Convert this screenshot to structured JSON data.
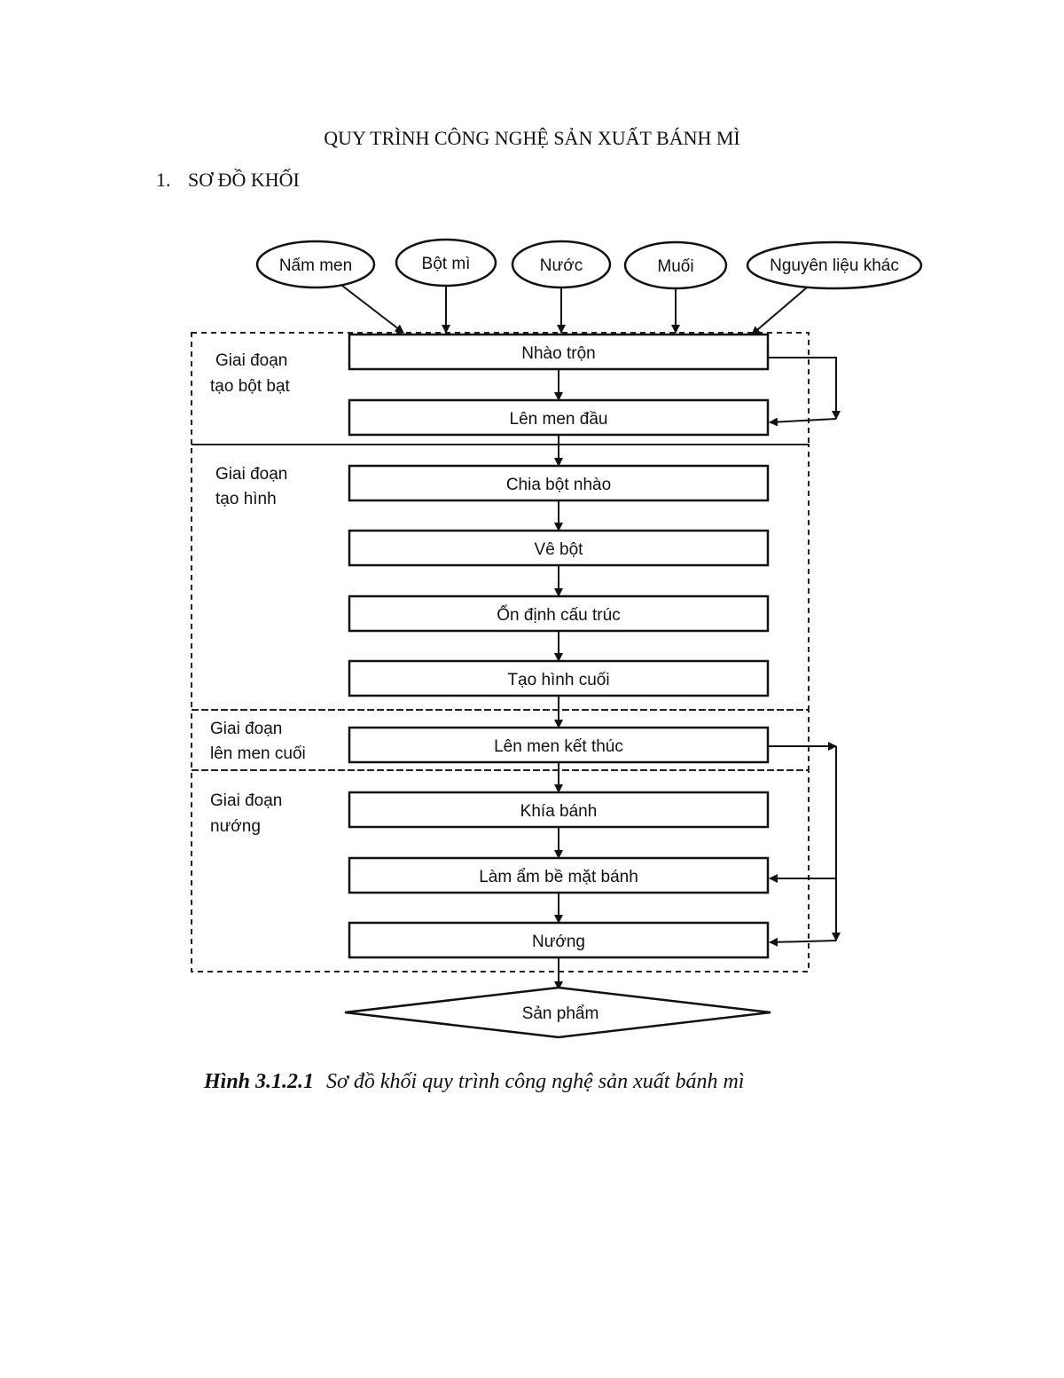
{
  "document": {
    "title": "QUY TRÌNH CÔNG NGHỆ SẢN XUẤT BÁNH MÌ",
    "section_number": "1.",
    "section_title": "SƠ ĐỒ KHỐI"
  },
  "diagram": {
    "inputs": [
      "Nấm men",
      "Bột mì",
      "Nước",
      "Muối",
      "Nguyên liệu khác"
    ],
    "stages": [
      {
        "label_line1": "Giai đoạn",
        "label_line2": "tạo bột bạt"
      },
      {
        "label_line1": "Giai đoạn",
        "label_line2": "tạo hình"
      },
      {
        "label_line1": "Giai đoạn",
        "label_line2": "lên men cuối"
      },
      {
        "label_line1": "Giai đoạn",
        "label_line2": "nướng"
      }
    ],
    "steps": [
      "Nhào trộn",
      "Lên men đầu",
      "Chia bột nhào",
      "Vê bột",
      "Ổn định cấu trúc",
      "Tạo hình cuối",
      "Lên men kết thúc",
      "Khía bánh",
      "Làm ẩm bề mặt bánh",
      "Nướng"
    ],
    "output": "Sản phẩm"
  },
  "caption": {
    "figure_number": "Hình 3.1.2.1",
    "text": "Sơ đồ khối quy trình công nghệ sản xuất bánh mì"
  }
}
